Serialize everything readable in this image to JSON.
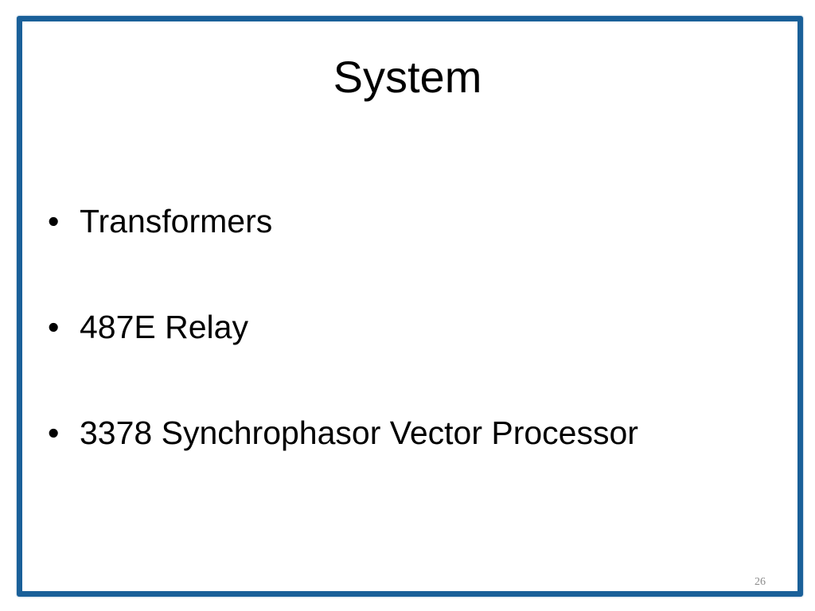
{
  "slide": {
    "title": "System",
    "bullets": [
      "Transformers",
      "487E Relay",
      "3378 Synchrophasor Vector Processor"
    ],
    "bullet_symbol": "•",
    "page_number": "26"
  },
  "colors": {
    "frame_border": "#1a6099",
    "background": "#ffffff",
    "text": "#000000",
    "page_number": "#8a8a8a"
  }
}
